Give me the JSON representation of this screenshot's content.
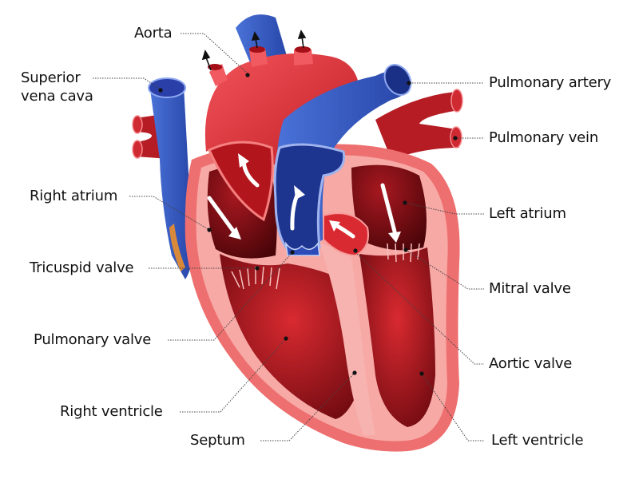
{
  "diagram": {
    "subject": "Human heart anatomy (cross-section)",
    "colors": {
      "oxygenated": "#e8313a",
      "oxygenated_dark": "#a30f17",
      "deoxygenated": "#3a5fc8",
      "deoxygenated_dark": "#1a2f86",
      "muscle": "#f08585",
      "muscle_light": "#f7b3b0",
      "leader_line": "#333333",
      "arrow": "#ffffff",
      "text": "#111111",
      "background": "#ffffff"
    },
    "labels": {
      "aorta": "Aorta",
      "superior_vena_cava_line1": "Superior",
      "superior_vena_cava_line2": "vena cava",
      "right_atrium": "Right atrium",
      "tricuspid_valve": "Tricuspid valve",
      "pulmonary_valve": "Pulmonary valve",
      "right_ventricle": "Right ventricle",
      "septum": "Septum",
      "pulmonary_artery": "Pulmonary artery",
      "pulmonary_vein": "Pulmonary vein",
      "left_atrium": "Left atrium",
      "mitral_valve": "Mitral valve",
      "aortic_valve": "Aortic valve",
      "left_ventricle": "Left ventricle"
    }
  }
}
